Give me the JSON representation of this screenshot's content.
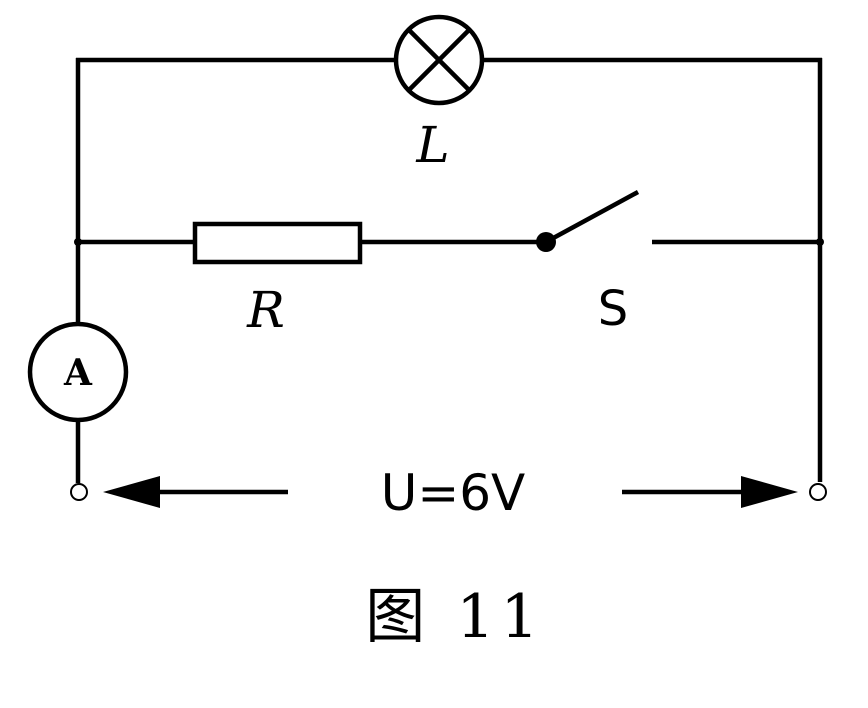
{
  "diagram": {
    "lamp_label": "L",
    "resistor_label": "R",
    "switch_label": "S",
    "ammeter_label": "A",
    "voltage_label": "U=6V",
    "caption": "图 11"
  },
  "colors": {
    "ink": "#000000",
    "background": "#ffffff"
  }
}
